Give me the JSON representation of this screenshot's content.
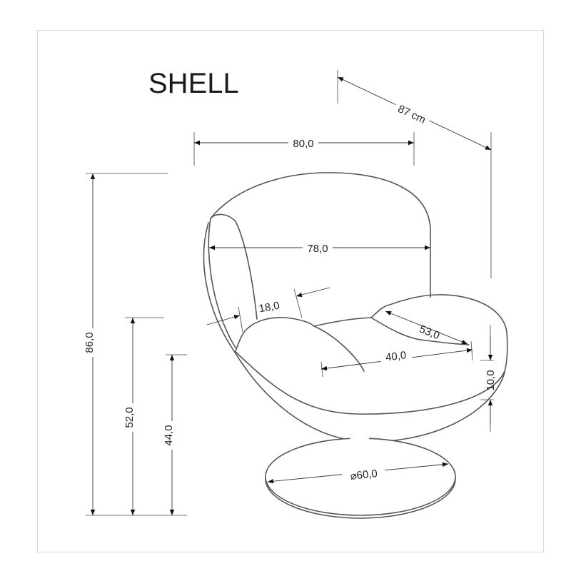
{
  "title": "SHELL",
  "dimensions": {
    "depth": "87 cm",
    "width_total": "80,0",
    "height_total": "86,0",
    "backrest_width": "78,0",
    "armrest_thickness": "18,0",
    "armrest_length": "53,0",
    "seat_depth": "40,0",
    "seat_thickness": "10,0",
    "armrest_height": "52,0",
    "seat_height": "44,0",
    "base_diameter": "⌀60,0"
  }
}
